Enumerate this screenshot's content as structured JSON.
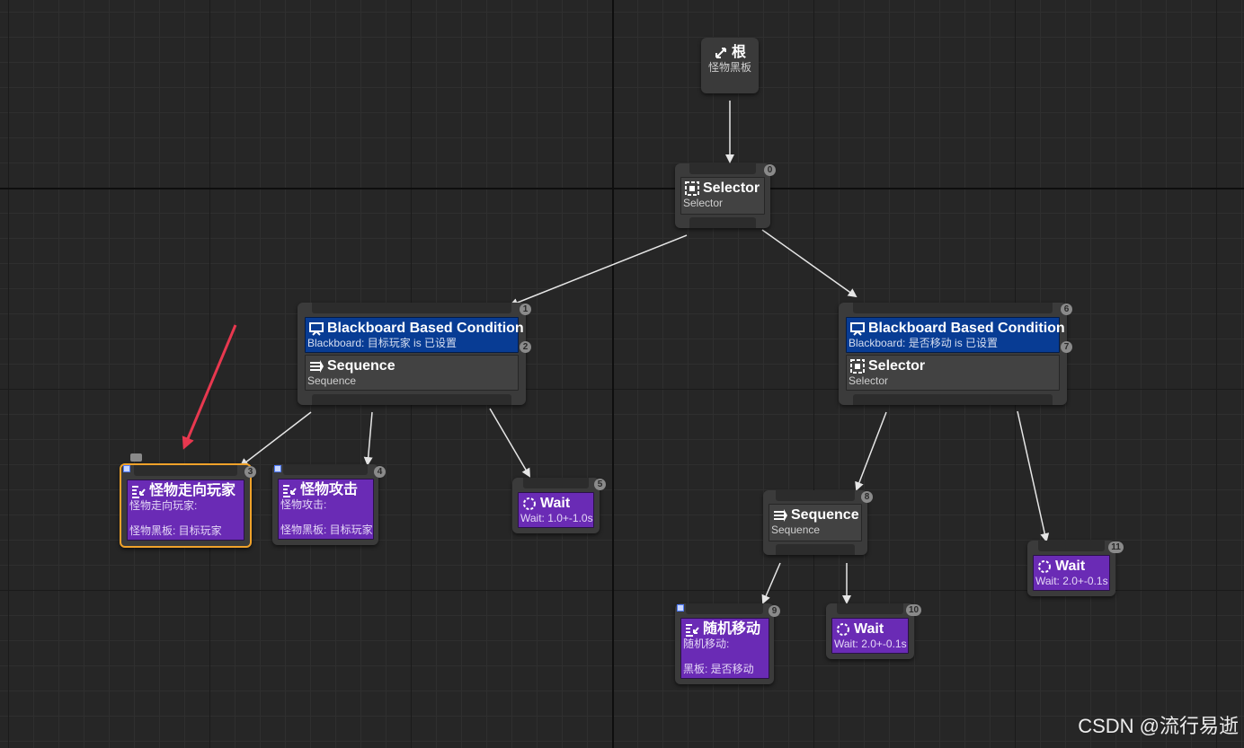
{
  "root": {
    "title": "根",
    "subtitle": "怪物黑板",
    "icon": "root-branch-icon"
  },
  "selector0": {
    "title": "Selector",
    "subtitle": "Selector",
    "badge": "0",
    "icon": "selector-icon"
  },
  "left_branch": {
    "decorator": {
      "title": "Blackboard Based Condition",
      "subtitle": "Blackboard: 目标玩家 is 已设置",
      "badge": "1",
      "icon": "blackboard-monitor-icon"
    },
    "composite": {
      "title": "Sequence",
      "subtitle": "Sequence",
      "badge": "2",
      "icon": "sequence-icon"
    }
  },
  "right_branch": {
    "decorator": {
      "title": "Blackboard Based Condition",
      "subtitle": "Blackboard: 是否移动 is 已设置",
      "badge": "6",
      "icon": "blackboard-monitor-icon"
    },
    "composite": {
      "title": "Selector",
      "subtitle": "Selector",
      "badge": "7",
      "icon": "selector-icon"
    }
  },
  "task3": {
    "title": "怪物走向玩家",
    "line1": "怪物走向玩家:",
    "line2": "怪物黑板: 目标玩家",
    "badge": "3",
    "icon": "task-icon",
    "selected": true
  },
  "task4": {
    "title": "怪物攻击",
    "line1": "怪物攻击:",
    "line2": "怪物黑板: 目标玩家",
    "badge": "4",
    "icon": "task-icon"
  },
  "wait5": {
    "title": "Wait",
    "subtitle": "Wait: 1.0+-1.0s",
    "badge": "5",
    "icon": "wait-icon"
  },
  "sequence8": {
    "title": "Sequence",
    "subtitle": "Sequence",
    "badge": "8",
    "icon": "sequence-icon"
  },
  "task9": {
    "title": "随机移动",
    "line1": "随机移动:",
    "line2": "黑板: 是否移动",
    "badge": "9",
    "icon": "task-icon"
  },
  "wait10": {
    "title": "Wait",
    "subtitle": "Wait: 2.0+-0.1s",
    "badge": "10",
    "icon": "wait-icon"
  },
  "wait11": {
    "title": "Wait",
    "subtitle": "Wait: 2.0+-0.1s",
    "badge": "11",
    "icon": "wait-icon"
  },
  "watermark": "CSDN @流行易逝",
  "colors": {
    "task": "#6a2bb5",
    "decorator": "#083c94",
    "node": "#3b3b3b",
    "selected_outline": "#f0a22a",
    "annotation_arrow": "#e8384f",
    "background": "#262626"
  }
}
